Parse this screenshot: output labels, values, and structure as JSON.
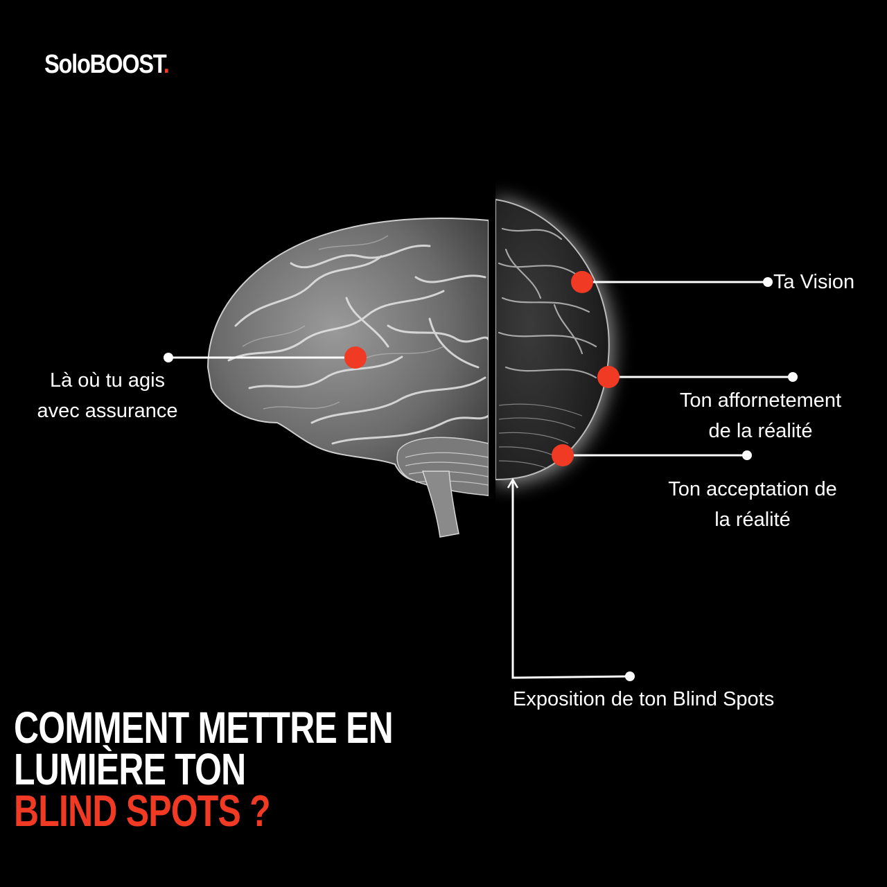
{
  "brand": {
    "name": "SoloBOOST",
    "dot": ".",
    "accent_color": "#f03a24"
  },
  "labels": {
    "left_line1": "Là où tu agis",
    "left_line2": "avec assurance",
    "vision": "Ta Vision",
    "aff_line1": "Ton affornetement",
    "aff_line2": "de la réalité",
    "acc_line1": "Ton acceptation de",
    "acc_line2": "la réalité",
    "expo": "Exposition de ton Blind Spots"
  },
  "title": {
    "line1": "COMMENT METTRE EN",
    "line2": "LUMIÈRE TON",
    "line3": "BLIND SPOTS ?"
  },
  "colors": {
    "background": "#000000",
    "marker": "#f03a24",
    "text": "#ffffff"
  }
}
